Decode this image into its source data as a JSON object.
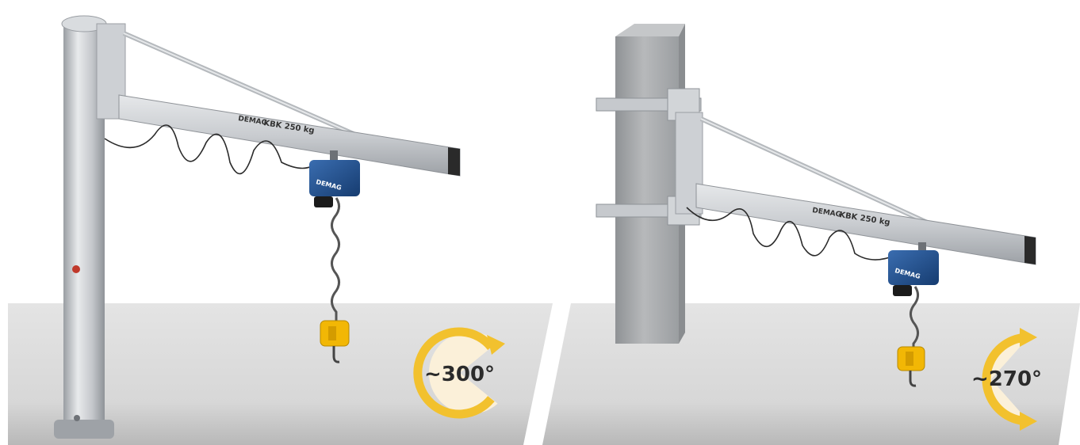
{
  "scenes": [
    {
      "type": "freestanding-pillar-jib-crane",
      "brand_text": "DEMAG",
      "beam_text": "KBK  250 kg",
      "hoist_text": "DEMAG",
      "rotation_label": "~300°",
      "rotation_degrees": 300
    },
    {
      "type": "wall-column-jib-crane",
      "brand_text": "DEMAG",
      "beam_text": "KBK  250 kg",
      "hoist_text": "DEMAG",
      "rotation_label": "~270°",
      "rotation_degrees": 270
    }
  ],
  "colors": {
    "floor": "#dcdcdc",
    "floor_dark": "#b9b9b9",
    "steel": "#c8cbcf",
    "steel_dark": "#8e9297",
    "concrete": "#a9abad",
    "hoist_blue": "#1f4f8f",
    "hook_yellow": "#f2b705",
    "arrow_yellow": "#f2c12e",
    "arrow_fill": "#fbf0d9"
  }
}
